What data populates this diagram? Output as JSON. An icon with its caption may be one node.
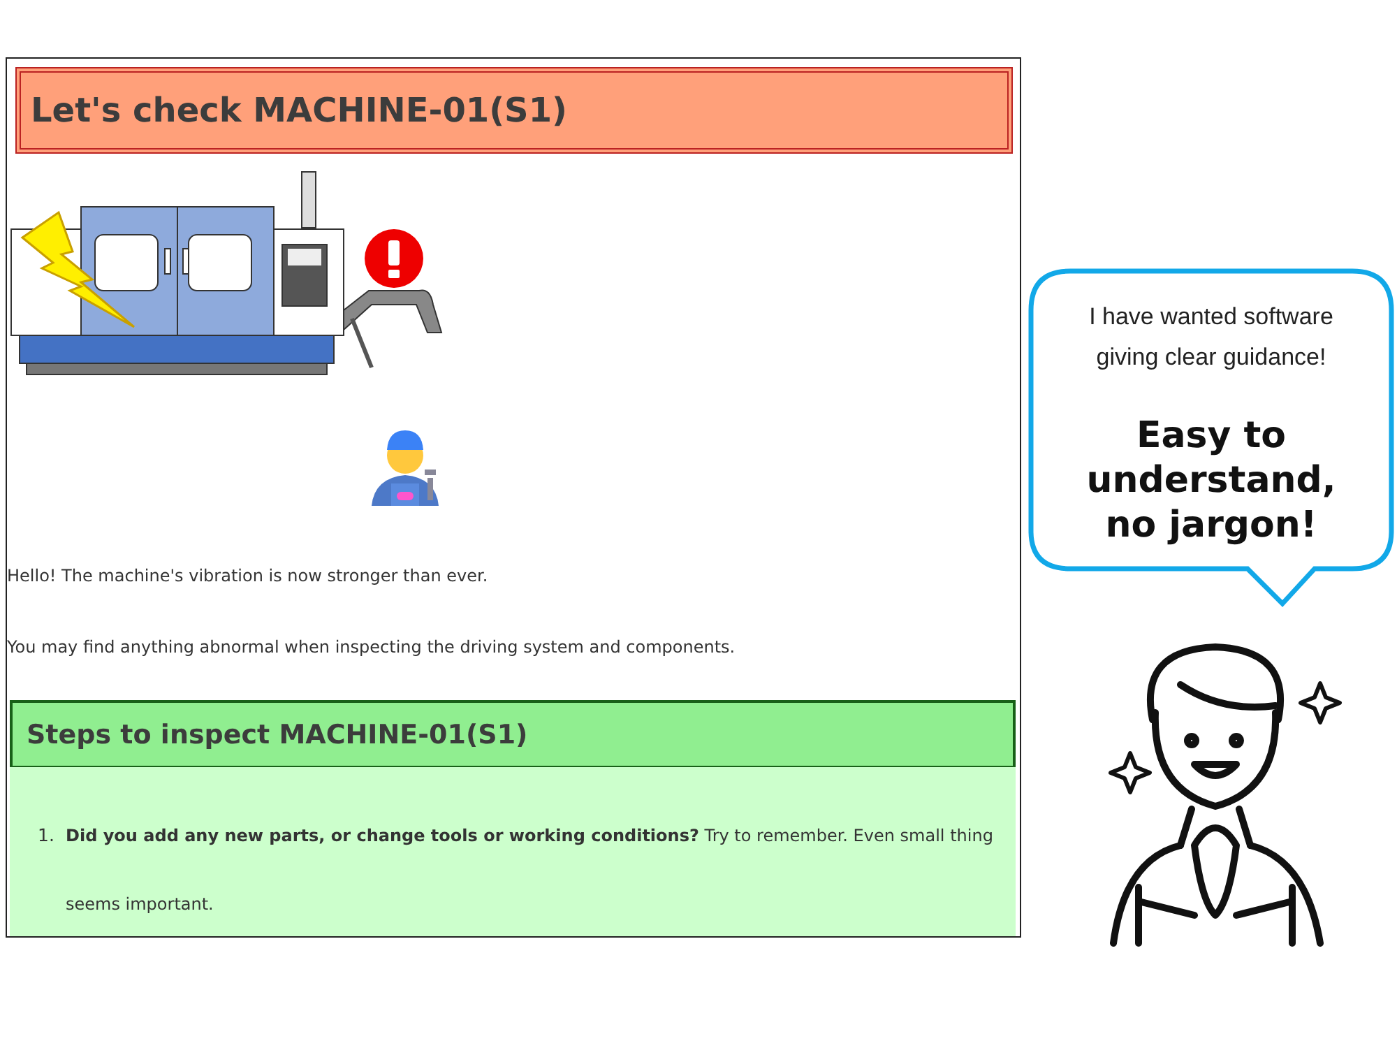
{
  "diagram": {
    "nodes": [
      {
        "text": [
          "Hello! The machine's vibration is now stronger than ever.",
          "You may find anything abnormal when inspecting the driving system and components."
        ]
      },
      {
        "text": [
          "Let's check MACHINE-01(S1)"
        ],
        "in": 0
      },
      {
        "text": [
          "Steps to inspect MACHINE-01(S1)"
        ],
        "in": 0
      },
      {
        "text": [
          "1.",
          "**Did you add any new parts, or change tools or working conditions?** Try to remember. Even small thing seems important."
        ],
        "in": 0
      },
      {
        "text": [
          "I have wanted software giving clear guidance!",
          "Easy to understand, no jargon!"
        ]
      }
    ]
  }
}
